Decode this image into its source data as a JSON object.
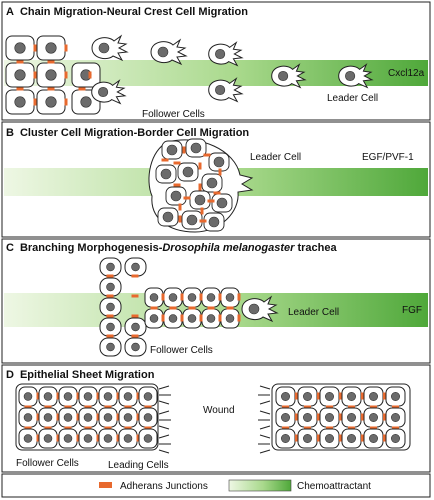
{
  "panels": {
    "a": {
      "letter": "A",
      "title": "Chain Migration-Neural Crest Cell Migration",
      "follower_label": "Follower Cells",
      "leader_label": "Leader Cell",
      "signal_label": "Cxcl12a"
    },
    "b": {
      "letter": "B",
      "title": "Cluster Cell Migration-Border Cell Migration",
      "leader_label": "Leader Cell",
      "signal_label": "EGF/PVF-1"
    },
    "c": {
      "letter": "C",
      "title_prefix": "Branching Morphogenesis-",
      "title_italic": "Drosophila melanogaster",
      "title_suffix": " trachea",
      "leader_label": "Leader Cell",
      "follower_label": "Follower Cells",
      "signal_label": "FGF"
    },
    "d": {
      "letter": "D",
      "title": "Epithelial Sheet Migration",
      "wound_label": "Wound",
      "follower_label": "Follower Cells",
      "leading_label": "Leading Cells"
    }
  },
  "legend": {
    "junctions_label": "Adherans Junctions",
    "chemo_label": "Chemoattractant"
  },
  "colors": {
    "junction": "#e8692e",
    "nucleus": "#6b6b6b",
    "gradient_light": "#e9f5dc",
    "gradient_dark": "#4fa83a",
    "border": "#222222"
  }
}
